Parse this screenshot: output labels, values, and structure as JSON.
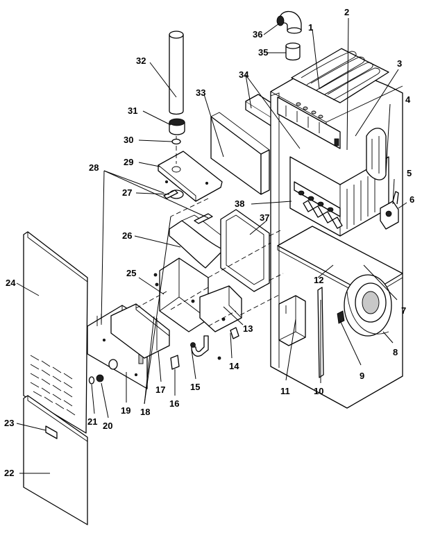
{
  "diagram": {
    "callouts": [
      {
        "id": "1",
        "label": "1"
      },
      {
        "id": "2",
        "label": "2"
      },
      {
        "id": "3",
        "label": "3"
      },
      {
        "id": "4",
        "label": "4"
      },
      {
        "id": "5",
        "label": "5"
      },
      {
        "id": "6",
        "label": "6"
      },
      {
        "id": "7",
        "label": "7"
      },
      {
        "id": "8",
        "label": "8"
      },
      {
        "id": "9",
        "label": "9"
      },
      {
        "id": "10",
        "label": "10"
      },
      {
        "id": "11",
        "label": "11"
      },
      {
        "id": "12",
        "label": "12"
      },
      {
        "id": "13",
        "label": "13"
      },
      {
        "id": "14",
        "label": "14"
      },
      {
        "id": "15",
        "label": "15"
      },
      {
        "id": "16",
        "label": "16"
      },
      {
        "id": "17",
        "label": "17"
      },
      {
        "id": "18",
        "label": "18"
      },
      {
        "id": "19",
        "label": "19"
      },
      {
        "id": "20",
        "label": "20"
      },
      {
        "id": "21",
        "label": "21"
      },
      {
        "id": "22",
        "label": "22"
      },
      {
        "id": "23",
        "label": "23"
      },
      {
        "id": "24",
        "label": "24"
      },
      {
        "id": "25",
        "label": "25"
      },
      {
        "id": "26",
        "label": "26"
      },
      {
        "id": "27",
        "label": "27"
      },
      {
        "id": "28",
        "label": "28"
      },
      {
        "id": "29",
        "label": "29"
      },
      {
        "id": "30",
        "label": "30"
      },
      {
        "id": "31",
        "label": "31"
      },
      {
        "id": "32",
        "label": "32"
      },
      {
        "id": "33",
        "label": "33"
      },
      {
        "id": "34",
        "label": "34"
      },
      {
        "id": "35",
        "label": "35"
      },
      {
        "id": "36",
        "label": "36"
      },
      {
        "id": "37",
        "label": "37"
      },
      {
        "id": "38",
        "label": "38"
      }
    ]
  }
}
